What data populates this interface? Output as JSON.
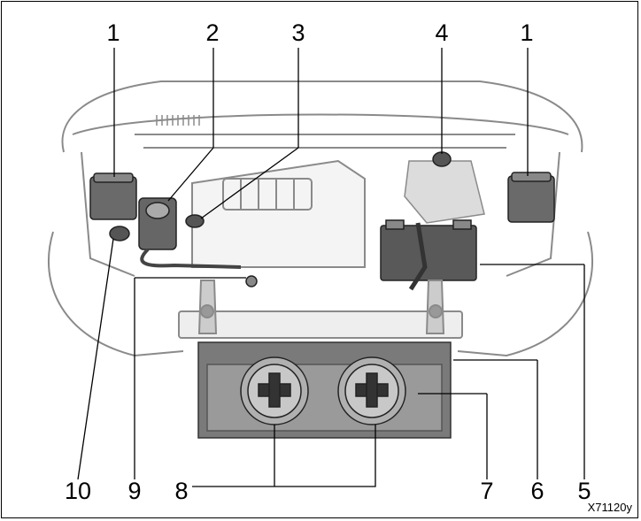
{
  "figure_code": "X71120y",
  "labels": {
    "top": [
      "1",
      "2",
      "3",
      "4",
      "1"
    ],
    "bottom": [
      "10",
      "9",
      "8",
      "7",
      "6",
      "5"
    ]
  },
  "colors": {
    "line": "#8a8a8a",
    "ink": "#000000",
    "dark_part": "#555555",
    "radiator": "#7a7a7a"
  }
}
